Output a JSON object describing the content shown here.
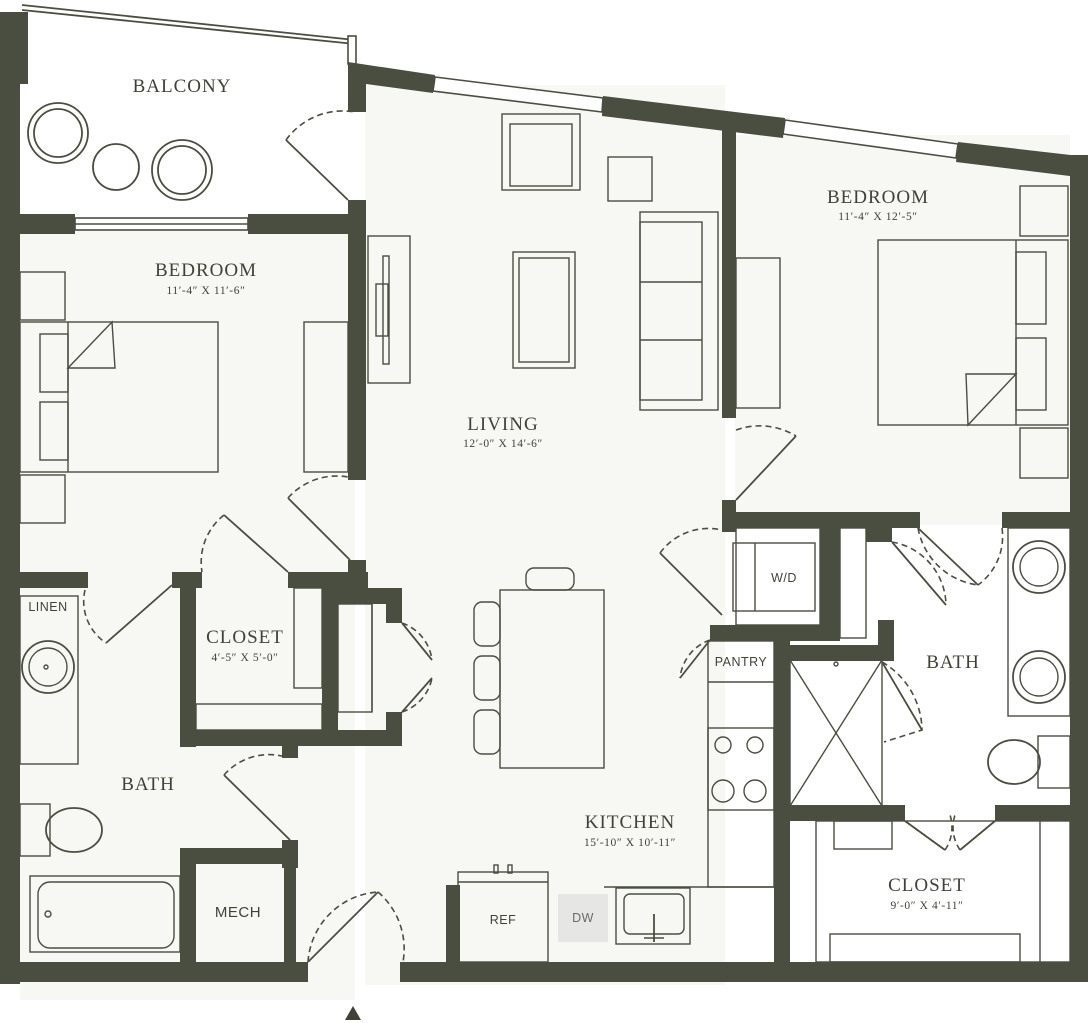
{
  "rooms": {
    "balcony": {
      "name": "BALCONY"
    },
    "bedroom_left": {
      "name": "BEDROOM",
      "size": "11′-4″ X 11′-6″"
    },
    "bedroom_right": {
      "name": "BEDROOM",
      "size": "11′-4″ X 12′-5″"
    },
    "living": {
      "name": "LIVING",
      "size": "12′-0″ X 14′-6″"
    },
    "closet_hall": {
      "name": "CLOSET",
      "size": "4′-5″ X 5′-0″"
    },
    "bath_left": {
      "name": "BATH"
    },
    "bath_right": {
      "name": "BATH"
    },
    "kitchen": {
      "name": "KITCHEN",
      "size": "15′-10″ X 10′-11″"
    },
    "closet_master": {
      "name": "CLOSET",
      "size": "9′-0″ X 4′-11″"
    }
  },
  "fixtures": {
    "linen": "LINEN",
    "mech": "MECH",
    "washer_dryer": "W/D",
    "pantry": "PANTRY",
    "refrigerator": "REF",
    "dishwasher": "DW"
  },
  "colors": {
    "wall": "#4a4e40",
    "label": "#3f4236",
    "dishwasher_fill": "#e6e6e4"
  },
  "icons": {
    "entry_marker": "triangle-up-icon"
  }
}
